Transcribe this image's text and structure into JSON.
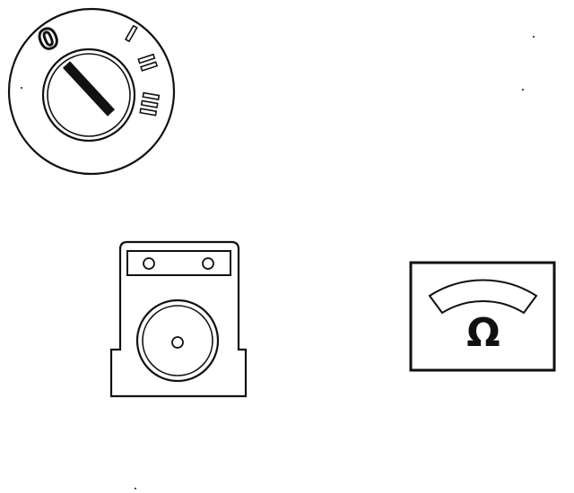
{
  "rotary_switch": {
    "positions": [
      "0",
      "I",
      "II",
      "III"
    ]
  },
  "ohmmeter_symbol": {
    "unit_label": "Ω"
  },
  "colors": {
    "ink": "#111111",
    "background": "#ffffff"
  }
}
